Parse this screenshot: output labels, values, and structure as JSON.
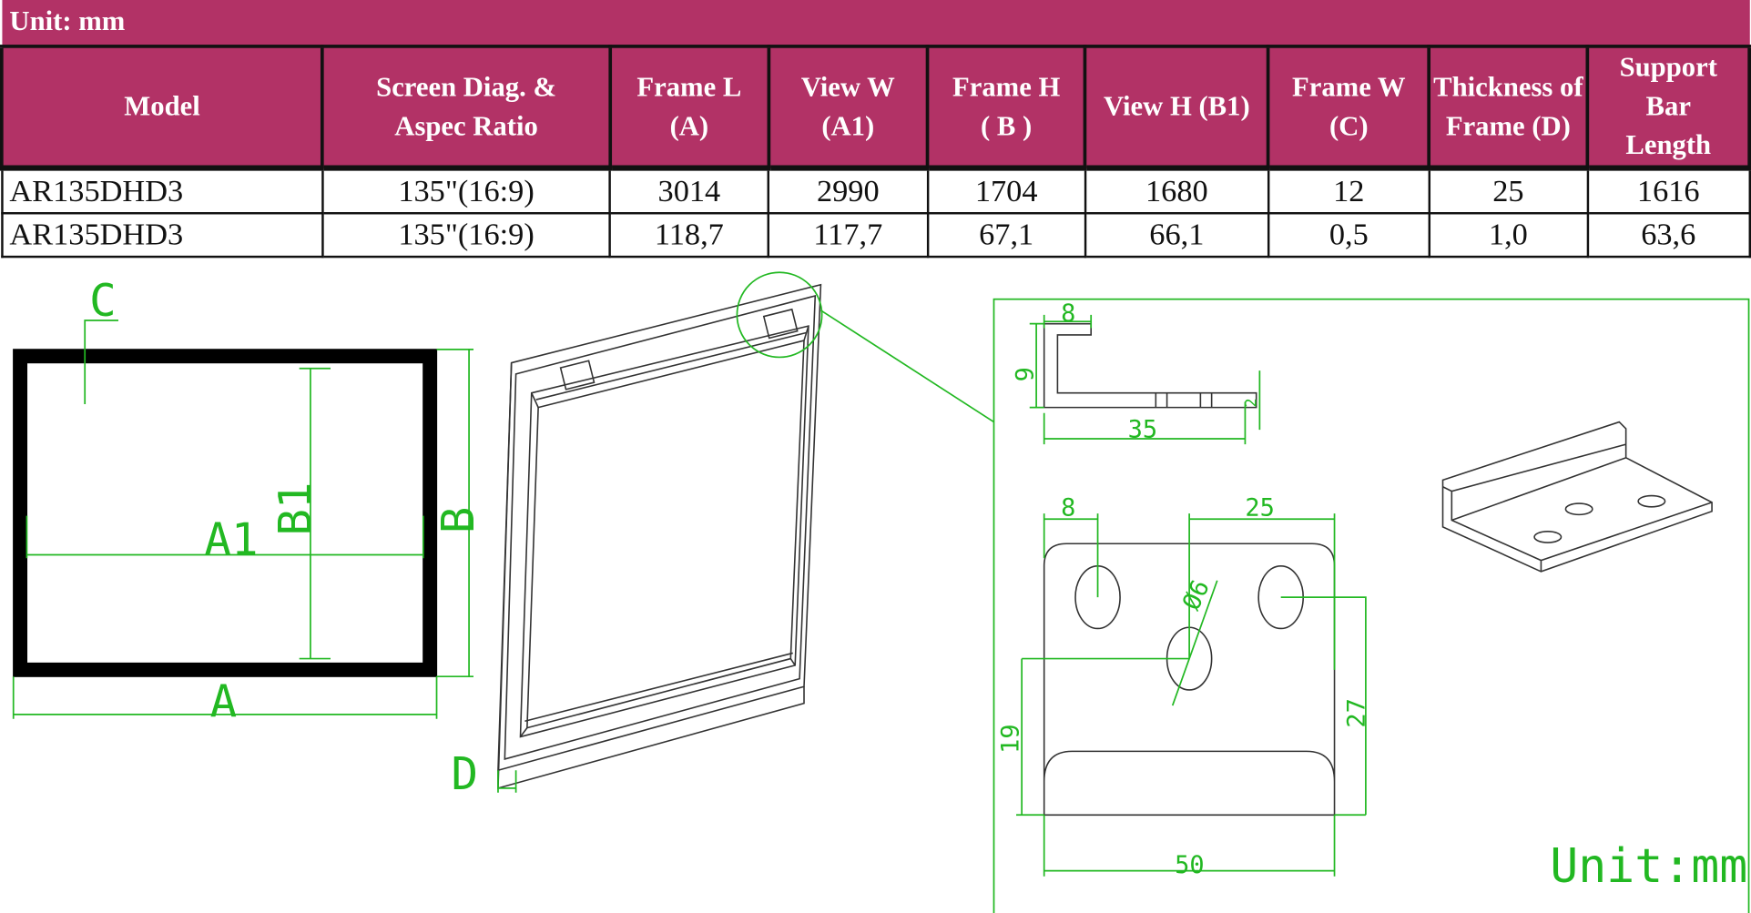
{
  "table": {
    "unit_label": "Unit: mm",
    "headers": [
      "Model",
      "Screen Diag. & Aspec Ratio",
      "Frame L (A)",
      "View W (A1)",
      "Frame H ( B )",
      "View H (B1)",
      "Frame W (C)",
      "Thickness of Frame (D)",
      "Support Bar Length"
    ],
    "rows": [
      [
        "AR135DHD3",
        "135\"(16:9)",
        "3014",
        "2990",
        "1704",
        "1680",
        "12",
        "25",
        "1616"
      ],
      [
        "AR135DHD3",
        "135\"(16:9)",
        "118,7",
        "117,7",
        "67,1",
        "66,1",
        "0,5",
        "1,0",
        "63,6"
      ]
    ]
  },
  "frame_drawing": {
    "labels": {
      "c": "C",
      "a1": "A1",
      "b1": "B1",
      "b": "B",
      "a": "A",
      "d": "D"
    }
  },
  "bracket_detail": {
    "profile": {
      "top_width": "8",
      "height": "9",
      "length": "35",
      "thickness": "2"
    },
    "plate": {
      "hole_offset": "8",
      "hole_spacing": "25",
      "hole_diameter": "Ø6",
      "center_hole_height": "19",
      "side_hole_height": "27",
      "width": "50"
    },
    "unit_label": "Unit:mm"
  },
  "colors": {
    "header_bg": "#b23266",
    "dimension": "#22b822"
  }
}
